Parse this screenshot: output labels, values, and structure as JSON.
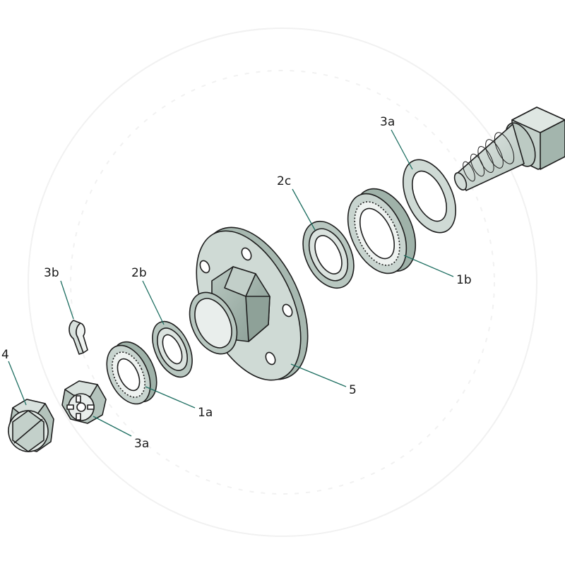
{
  "colors": {
    "part_light": "#dfe7e3",
    "part_mid": "#b7c6bf",
    "part_dark": "#8fa39a",
    "outline": "#1e1e1e",
    "leader": "#1f6f62",
    "background_ring": "#f0f0f0"
  },
  "labels": {
    "nut": "4",
    "castle_nut": "3a",
    "cotter_pin": "3b",
    "bearing_outer": "1a",
    "seal_outer": "2b",
    "hub": "5",
    "seal_inner": "2c",
    "bearing_inner": "1b",
    "washer": "3a"
  }
}
